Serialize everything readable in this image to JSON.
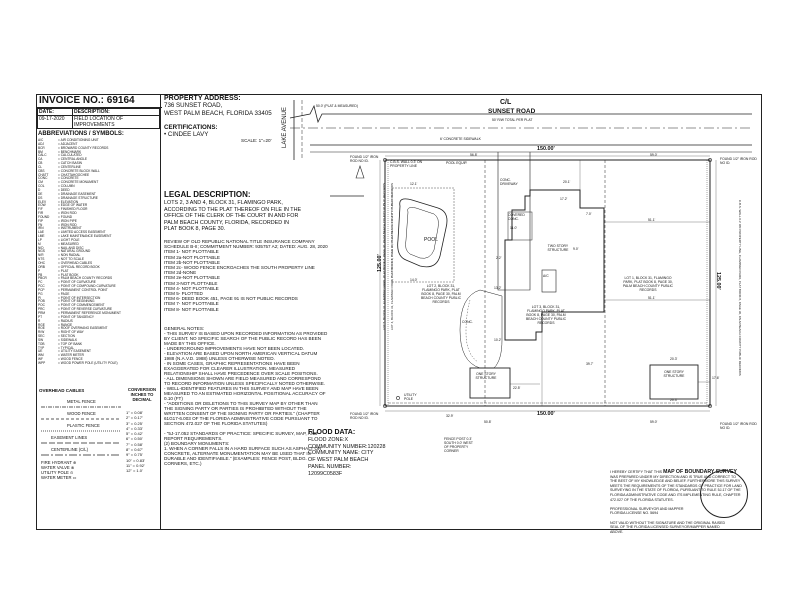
{
  "invoice": {
    "label": "INVOICE NO.: 69164"
  },
  "revision_table": {
    "headers": [
      "DATE:",
      "DESCRIPTION:"
    ],
    "rows": [
      [
        "09-17-2020",
        "FIELD LOCATION OF IMPROVEMENTS"
      ]
    ]
  },
  "abbreviations": {
    "title": "ABBREVIATIONS / SYMBOLS:",
    "items": [
      [
        "A/C",
        "= AIR CONDITIONING UNIT"
      ],
      [
        "ADJ",
        "= ADJACENT"
      ],
      [
        "BCR",
        "= BROWARD COUNTY RECORDS"
      ],
      [
        "BM",
        "= BENCHMARK"
      ],
      [
        "CALC",
        "= CALCULATED"
      ],
      [
        "CA",
        "= CENTRAL ANGLE"
      ],
      [
        "CB",
        "= CATCH BASIN"
      ],
      [
        "CL",
        "= CENTERLINE"
      ],
      [
        "CBS",
        "= CONCRETE BLOCK WALL"
      ],
      [
        "CHATT",
        "= CHATTAHOOCHEE"
      ],
      [
        "CONC",
        "= CONCRETE"
      ],
      [
        "CM",
        "= CONCRETE MONUMENT"
      ],
      [
        "COL",
        "= COLUMN"
      ],
      [
        "D",
        "= DEED"
      ],
      [
        "DE",
        "= DRAINAGE EASEMENT"
      ],
      [
        "DS",
        "= DRAINAGE STRUCTURE"
      ],
      [
        "ELEV",
        "= ELEVATION"
      ],
      [
        "EOW",
        "= EDGE OF WATER"
      ],
      [
        "F/F",
        "= FINISHED FLOOR"
      ],
      [
        "FIR",
        "= IRON ROD"
      ],
      [
        "FOUND",
        "= FOUND"
      ],
      [
        "FIP",
        "= IRON PIPE"
      ],
      [
        "FN",
        "= IRON ROD"
      ],
      [
        "IRN",
        "= INSTRUMENT"
      ],
      [
        "LAE",
        "= LIMITED ACCESS EASEMENT"
      ],
      [
        "LME",
        "= LAKE MAINTENANCE EASEMENT"
      ],
      [
        "LP",
        "= LIGHT POLE"
      ],
      [
        "M",
        "= MEASURED"
      ],
      [
        "N/D",
        "= NAIL AND DISC"
      ],
      [
        "NGS",
        "= NATURAL GROUND"
      ],
      [
        "N/R",
        "= NON RADIAL"
      ],
      [
        "NTS",
        "= NOT TO SCALE"
      ],
      [
        "OHC",
        "= OVERHEAD CABLES"
      ],
      [
        "ORB",
        "= OFFICIAL RECORD BOOK"
      ],
      [
        "P",
        "= PLAT"
      ],
      [
        "PB",
        "= PLAT BOOK"
      ],
      [
        "PBCR",
        "= PALM BEACH COUNTY RECORDS"
      ],
      [
        "PC",
        "= POINT OF CURVATURE"
      ],
      [
        "PCC",
        "= POINT OF COMPOUND CURVATURE"
      ],
      [
        "PCP",
        "= PERMANENT CONTROL POINT"
      ],
      [
        "PG",
        "= PAGE"
      ],
      [
        "PI",
        "= POINT OF INTERSECTION"
      ],
      [
        "POB",
        "= POINT OF BEGINNING"
      ],
      [
        "POC",
        "= POINT OF COMMENCEMENT"
      ],
      [
        "PRC",
        "= POINT OF REVERSE CURVATURE"
      ],
      [
        "PRM",
        "= PERMANENT REFERENCE MONUMENT"
      ],
      [
        "PT",
        "= POINT OF TANGENCY"
      ],
      [
        "R",
        "= RADIUS"
      ],
      [
        "RGE",
        "= RANGE"
      ],
      [
        "ROE",
        "= ROOF OVERHANG EASEMENT"
      ],
      [
        "R/W",
        "= RIGHT OF WAY"
      ],
      [
        "SEC",
        "= SECTION"
      ],
      [
        "SW",
        "= SIDEWALK"
      ],
      [
        "TOB",
        "= TOP OF BANK"
      ],
      [
        "TYP",
        "= TYPICAL"
      ],
      [
        "UE",
        "= UTILITY EASEMENT"
      ],
      [
        "WM",
        "= WATER METER"
      ],
      [
        "WF",
        "= WOOD FENCE"
      ],
      [
        "WPP",
        "= WOOD POWER POLE (UTILITY POLE)"
      ]
    ]
  },
  "legend": {
    "col1": "OVERHEAD CABLES",
    "col2": "CONVERSION INCHES TO DECIMAL",
    "items": [
      "METAL FENCE",
      "WOOD FENCE",
      "PLASTIC FENCE",
      "EASEMENT LINES",
      "CENTERLINE (C/L)"
    ],
    "symbols": [
      "FIRE HYDRANT",
      "WATER VALVE",
      "UTILITY POLE",
      "WATER METER"
    ],
    "conversions": [
      "1\" = 0.08'",
      "2\" = 0.17'",
      "3\" = 0.25'",
      "4\" = 0.33'",
      "5\" = 0.42'",
      "6\" = 0.50'",
      "7\" = 0.58'",
      "8\" = 0.67'",
      "9\" = 0.75'",
      "10\" = 0.83'",
      "11\" = 0.92'",
      "12\" = 1.0'"
    ]
  },
  "property": {
    "heading": "PROPERTY ADDRESS:",
    "line1": "736 SUNSET ROAD,",
    "line2": "WEST PALM BEACH, FLORIDA 33405"
  },
  "certifications": {
    "heading": "CERTIFICATIONS:",
    "name": "• CINDEE LAVY"
  },
  "legal": {
    "title": "LEGAL DESCRIPTION:",
    "lines": [
      "LOTS 2, 3 AND 4, BLOCK 31, FLAMINGO PARK,",
      "ACCORDING TO THE PLAT THEREOF ON FILE IN THE",
      "OFFICE OF THE CLERK OF THE COURT IN AND FOR",
      "PALM BEACH COUNTY, FLORIDA, RECORDED IN",
      "PLAT BOOK 8, PAGE 30."
    ]
  },
  "review": {
    "lines": [
      "REVIEW OF OLD REPUBLIC NATIONAL TITLE INSURANCE COMPANY",
      "SCHEDULE B-II; COMMITMENT NUMBER: 935757 A2; DATED: AUG. 28, 2020",
      "ITEM 1- NOT PLOTTABLE",
      "ITEM 2a-NOT PLOTTABLE",
      "ITEM 2b-NOT PLOTTABLE",
      "ITEM 2c- WOOD FENCE ENCROACHES THE SOUTH PROPERTY LINE",
      "ITEM 2d-NONE",
      "ITEM 2e-NOT PLOTTABLE",
      "ITEM 3-NOT PLOTTABLE",
      "ITEM 4- NOT PLOTTABLE",
      "ITEM 5- PLOTTED",
      "ITEM 6- DEED BOOK 451, PAGE 91 IS NOT PUBLIC RECORDS",
      "ITEM 7- NOT PLOTTABLE",
      "ITEM 8- NOT PLOTTABLE"
    ]
  },
  "notes": {
    "lines": [
      "GENERAL NOTES:",
      "- THIS SURVEY IS BASED UPON RECORDED INFORMATION AS PROVIDED",
      "BY CLIENT. NO SPECIFIC SEARCH OF THE PUBLIC RECORD HAS BEEN",
      "MADE BY THIS OFFICE.",
      "- UNDERGROUND IMPROVEMENTS HAVE NOT BEEN LOCATED.",
      "- ELEVATION ARE BASED UPON NORTH AMERICAN VERTICAL DATUM",
      "1988 (N.A.V.D. 1988) UNLESS OTHERWISE NOTED.",
      "- IN SOME CASES, GRAPHIC REPRESENTATIONS HAVE BEEN",
      "EXAGGERATED FOR CLEARER ILLUSTRATION. MEASURED",
      "RELATIONSHIP SHALL HAVE PRECEDENCE OVER SCALE POSITIONS.",
      "- ALL DIMENSIONS SHOWN ARE FIELD MEASURED AND CORRESPOND",
      "TO RECORD INFORMATION UNLESS SPECIFICALLY NOTED OTHERWISE.",
      "- WELL-IDENTIFIED FEATURES IN THIS SURVEY AND MAP HAVE BEEN",
      "MEASURED TO AN ESTIMATED HORIZONTAL POSITIONAL ACCURACY OF",
      "0.10 (FT)",
      "- \"ADDITIONS OR DELETIONS TO THIS SURVEY MAP BY OTHER THAN",
      "THE SIGNING PARTY OR PARTIES IS PROHIBITED WITHOUT THE",
      "WRITTEN CONSENT OF THE SIGNING PARTY OR PARTIES.\" (CHAPTER",
      "61G17-6.003 OF THE FLORIDA ADMINISTRATIVE CODE PURSUANT TO",
      "SECTION 472.027 OF THE FLORIDA STATUTES)",
      "",
      "- \"5J-17.052 STANDARDS OF PRACTICE: SPECIFIC SURVEY, MAP, AND",
      "REPORT REQUIREMENTS.",
      "(2) BOUNDARY MONUMENTS:",
      "1. WHEN A CORNER FALLS IN A HARD SURFACE SUCH AS ASPHALT OR",
      "CONCRETE, ALTERNATE MONUMENTATION MAY BE USED THAT IS",
      "DURABLE AND IDENTIFIABLE.\" (EXAMPLES: FENCE POST, BLDG.",
      "CORNERS, ETC.)"
    ]
  },
  "flood": {
    "title": "FLOOD DATA:",
    "lines": [
      "FLOOD ZONE:X",
      "COMMUNITY NUMBER:120228",
      "COMMUNITY NAME: CITY",
      "OF WEST PALM BEACH",
      "PANEL NUMBER:",
      "12099C0583F"
    ]
  },
  "certification_statement": {
    "intro": "I HEREBY CERTIFY THAT THIS",
    "title": "MAP OF BOUNDARY SURVEY",
    "lines": [
      "WAS PREPARED UNDER MY DIRECTION AND IS TRUE AND CORRECT TO",
      "THE BEST OF MY KNOWLEDGE AND BELIEF. FURTHERMORE THIS SURVEY",
      "MEETS THE REQUIREMENTS OF THE STANDARDS OF PRACTICE FOR LAND",
      "SURVEYING IN THE STATE OF FLORIDA, PURSUANT TO RULE 5J-17 OF THE",
      "FLORIDA ADMINISTRATIVE CODE AND ITS IMPLEMENTING RULE, CHAPTER",
      "472.027 OF THE FLORIDA STATUTES.",
      "",
      "PROFESSIONAL SURVEYOR AND MAPPER",
      "FLORIDA LICENSE NO. 5694",
      "",
      "NOT VALID WITHOUT THE SIGNATURE AND THE ORIGINAL RAISED",
      "SEAL OF THE FLORIDA LICENSED SURVEYOR/MAPPER NAMED",
      "ABOVE."
    ]
  },
  "map": {
    "sunset_road": "SUNSET ROAD",
    "sunset_row": "50' R/W TOTAL PER PLAT",
    "cl_label": "C/L",
    "lake_avenue": "LAKE AVENUE",
    "plat_measured": "50.0' (PLAT & MEASURED)",
    "scale": "SCALE: 1\"=20'",
    "concrete_sidewalk": "6' CONCRETE SIDEWALK",
    "dim_top": "150.00'",
    "dim_bottom": "150.00'",
    "dim_right": "125.00'",
    "dim_left": "125.00'",
    "found_ul": "FOUND 1/2\" IRON ROD NO ID.",
    "found_ur": "FOUND 1/2\" IRON ROD NO ID.",
    "found_ll": "FOUND 1/2\" IRON ROD NO ID.",
    "found_lr": "FOUND 1/2\" IRON ROD NO ID.",
    "cbs_wall": "C.B.S. WALL 0.3' ON PROPERTY LINE",
    "pool_equip": "POOL EQUIP.",
    "pool": "POOL",
    "driveway": "CONC. DRIVEWAY",
    "covered_conc": "COVERED CONC.",
    "two_story": "TWO STORY STRUCTURE",
    "one_story_left": "ONE STORY STRUCTURE",
    "one_story_right": "ONE STORY STRUCTURE",
    "conc": "CONC.",
    "ac": "A/C",
    "utility_pole": "UTILITY POLE",
    "fence_post": "FENCE POST 0.3' SOUTH 0.0' WEST OF PROPERTY CORNER",
    "lot2": "LOT 2, BLOCK 31, FLAMINGO PARK, PLAT BOOK 8, PAGE 30, PALM BEACH COUNTY PUBLIC RECORDS",
    "lot3": "LOT 3, BLOCK 31, FLAMINGO PARK, PLAT BOOK 8, PAGE 30, PALM BEACH COUNTY PUBLIC RECORDS",
    "lot4": "LOT 4, BLOCK 31, FLAMINGO PARK, PLAT BOOK 8, PAGE 30, PALM BEACH COUNTY PUBLIC RECORDS",
    "lot1": "LOT 1, BLOCK 31, FLAMINGO PARK, PLAT BOOK 8, PAGE 30, PALM BEACH COUNTY PUBLIC RECORDS",
    "left_vertical": "LOT 5, BLOCK 31, FLAMINGO PARK, PLAT BOOK 8, PAGE 30, PALM BEACH COUNTY PUBLIC RECORDS",
    "right_vertical": "C.B.S. WALL 0.3' ON PROPERTY LINE, FLAMINGO PARK, PLAT BOOK 8, PAGE 30, PALM BEACH COUNTY PUBLIC RECORDS",
    "dims": {
      "d1": "56.8'",
      "d2": "59.0'",
      "d3": "51.1'",
      "d4": "51.1'",
      "d5": "20.1'",
      "d6": "17.2'",
      "d7": "11.0'",
      "d8": "7.0'",
      "d9": "9.0'",
      "d10": "13.2'",
      "d11": "2.2'",
      "d12": "10.2'",
      "d13": "22.5'",
      "d14": "32.9'",
      "d15": "50.8'",
      "d16": "17.6'",
      "d17": "20.3'",
      "d18": "20.3'",
      "d19": "39.7'",
      "d20": "12.1'",
      "d21": "14.0'",
      "d22": "59.0'"
    }
  }
}
